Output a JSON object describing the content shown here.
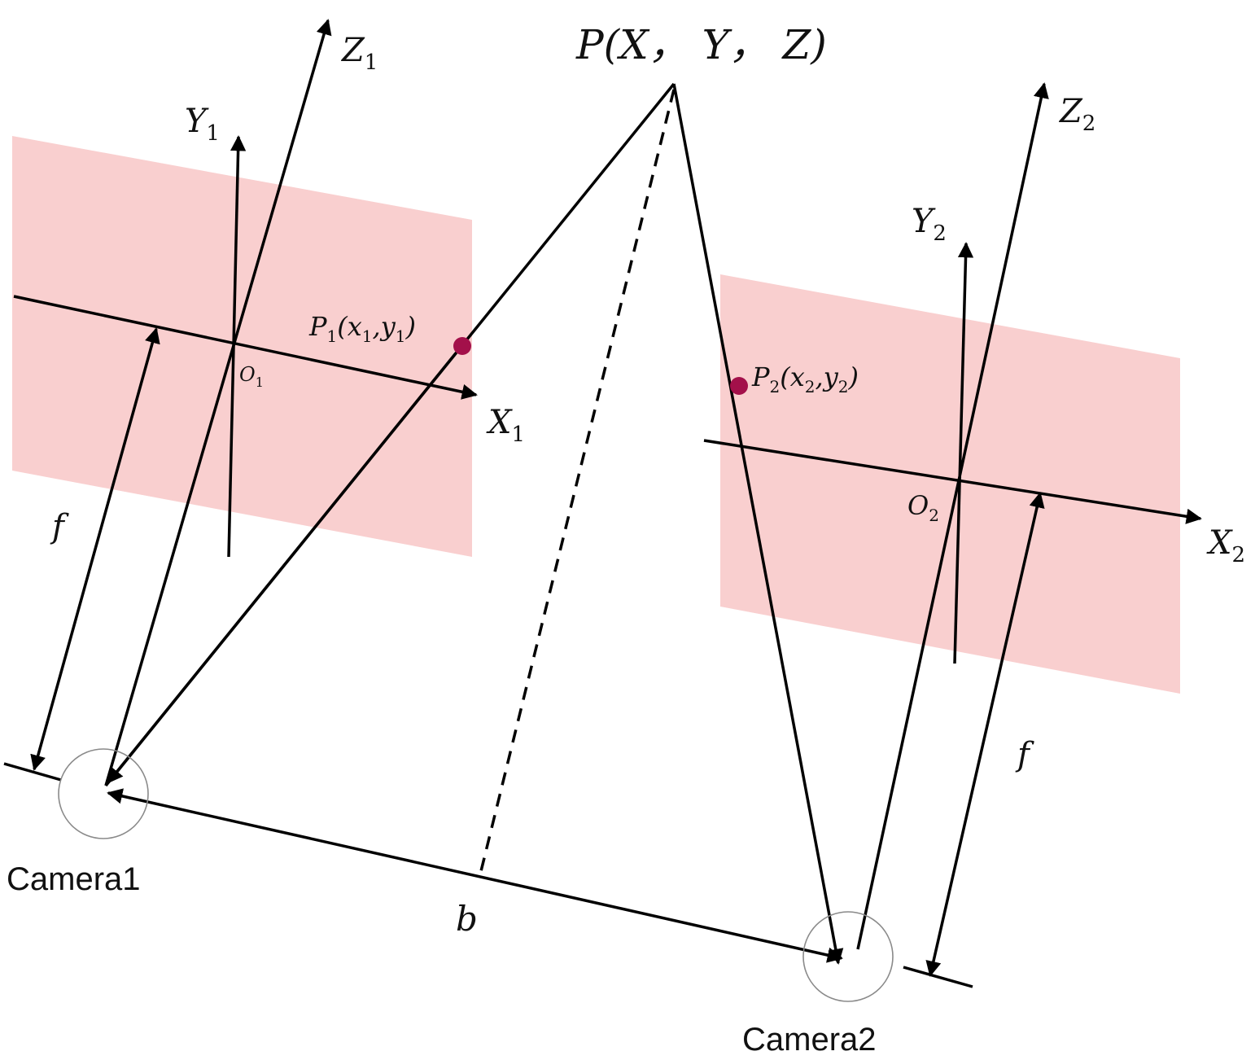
{
  "point": {
    "label": "P(X， Y， Z)"
  },
  "camera1": {
    "label": "Camera1",
    "z_axis": {
      "letter": "Z",
      "sub": "1"
    },
    "y_axis": {
      "letter": "Y",
      "sub": "1"
    },
    "x_axis": {
      "letter": "X",
      "sub": "1"
    },
    "origin": {
      "letter": "O",
      "sub": "1"
    },
    "projection": {
      "pre": "P",
      "sub1": "1",
      "mid1": "(x",
      "sub2": "1",
      "mid2": ",y",
      "sub3": "1",
      "post": ")"
    },
    "focal": "f"
  },
  "camera2": {
    "label": "Camera2",
    "z_axis": {
      "letter": "Z",
      "sub": "2"
    },
    "y_axis": {
      "letter": "Y",
      "sub": "2"
    },
    "x_axis": {
      "letter": "X",
      "sub": "2"
    },
    "origin": {
      "letter": "O",
      "sub": "2"
    },
    "projection": {
      "pre": "P",
      "sub1": "2",
      "mid1": "(x",
      "sub2": "2",
      "mid2": ",y",
      "sub3": "2",
      "post": ")"
    },
    "focal": "f"
  },
  "baseline": {
    "label": "b"
  },
  "colors": {
    "image_plane": "#f9cfcf",
    "projection_point": "#a3104a",
    "line": "#000000"
  }
}
